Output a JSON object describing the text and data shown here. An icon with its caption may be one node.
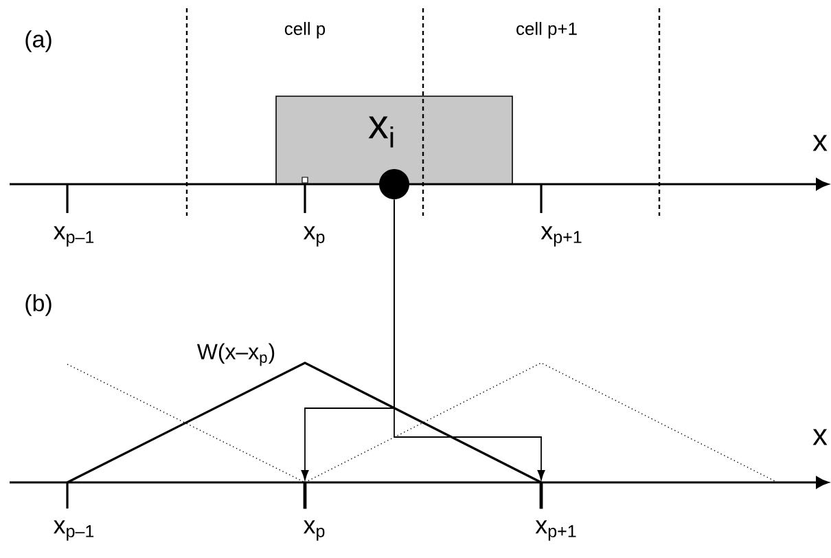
{
  "diagram": {
    "nodes": [
      {
        "text": [],
        "shape": "circle",
        "beside": [
          "x$_{i}$"
        ]
      },
      {
        "text": [],
        "shape": "tick",
        "beside": [
          "x$_{p}$"
        ]
      },
      {
        "text": [],
        "shape": "tick",
        "beside": [
          "x$_{p+1}$"
        ]
      }
    ],
    "edges": [
      {
        "from": 0,
        "to": 1,
        "arrow": "to"
      },
      {
        "from": 0,
        "to": 2,
        "arrow": "to"
      }
    ],
    "labels": [
      "(a)",
      "cell  p",
      "cell  p+1",
      "x",
      "x$_{p–1}$",
      "x$_{p}$",
      "x$_{p+1}$",
      "(b)",
      "W(x–x$_{p}$)",
      "x",
      "x$_{p–1}$"
    ]
  }
}
